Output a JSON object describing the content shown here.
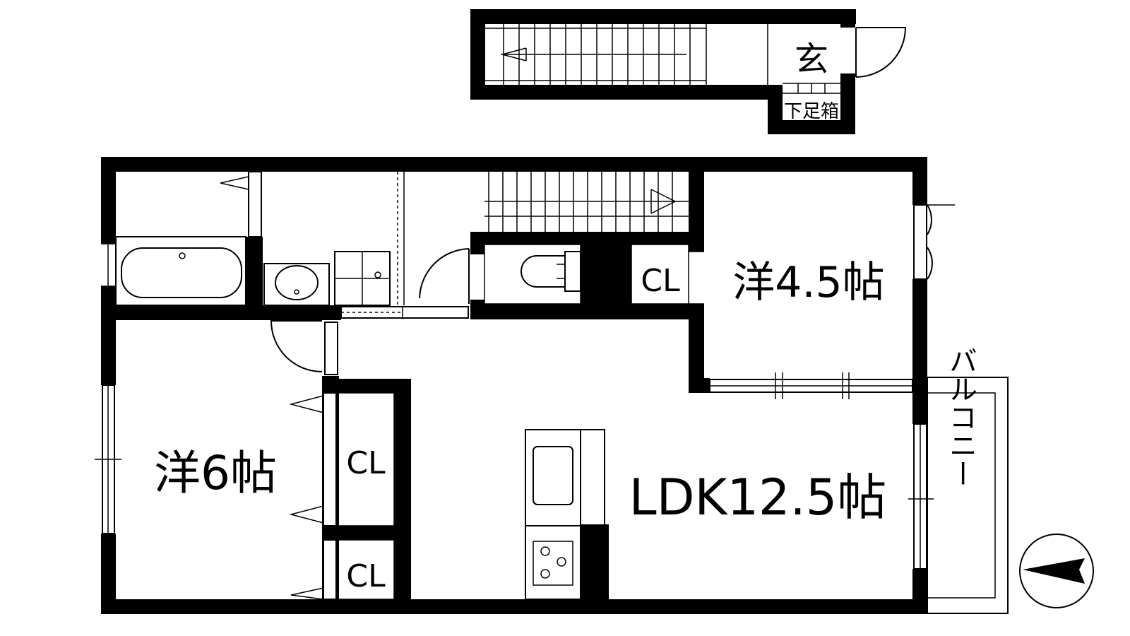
{
  "entrance": {
    "genkan": "玄",
    "shoe_box": "下足箱"
  },
  "rooms": {
    "western_45": "洋4.5帖",
    "western_6": "洋6帖",
    "ldk": "LDK12.5帖",
    "balcony": "バルコニー"
  },
  "closets": {
    "cl_upper": "CL",
    "cl_left_top": "CL",
    "cl_left_bottom": "CL"
  },
  "colors": {
    "wall": "#000000",
    "background": "#ffffff"
  },
  "icons": [
    "compass-icon",
    "stairs-icon",
    "bathtub-icon",
    "toilet-icon",
    "sink-icon",
    "stove-icon",
    "washer-icon"
  ]
}
